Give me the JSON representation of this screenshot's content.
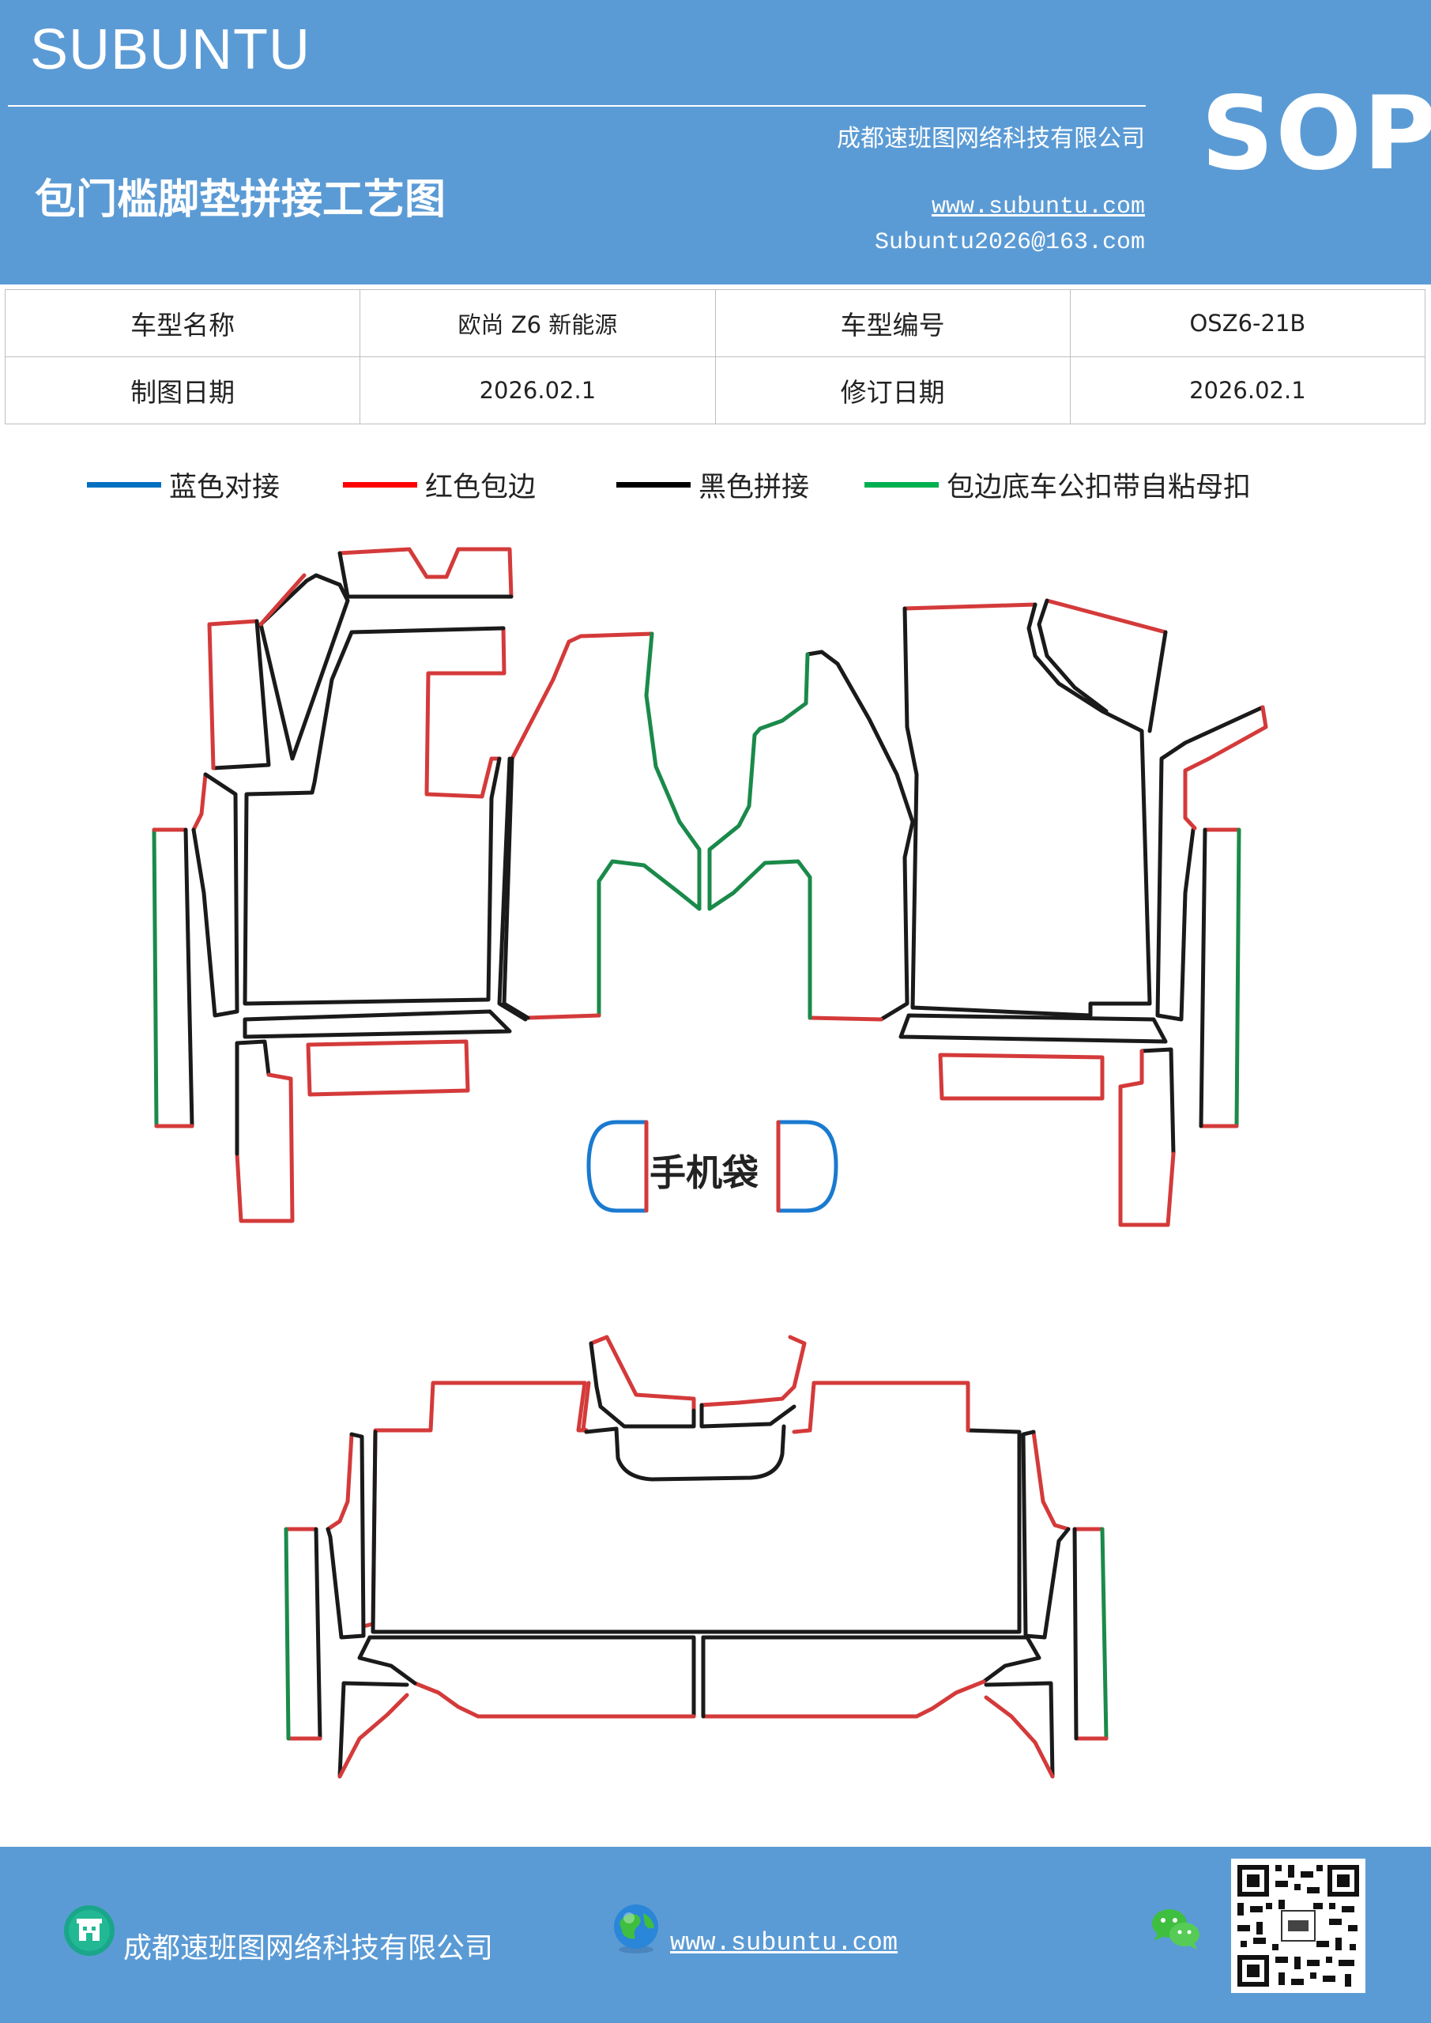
{
  "header": {
    "brand": "SUBUNTU",
    "company": "成都速班图网络科技有限公司",
    "title": "包门槛脚垫拼接工艺图",
    "website": "www.subuntu.com",
    "email": "Subuntu2026@163.com",
    "badge": "SOP"
  },
  "info_table": {
    "rows": [
      {
        "label1": "车型名称",
        "value1": "欧尚 Z6 新能源",
        "label2": "车型编号",
        "value2": "OSZ6-21B"
      },
      {
        "label1": "制图日期",
        "value1": "2026.02.1",
        "label2": "修订日期",
        "value2": "2026.02.1"
      }
    ]
  },
  "legend": [
    {
      "label": "蓝色对接",
      "color": "#0070c0"
    },
    {
      "label": "红色包边",
      "color": "#ff0000"
    },
    {
      "label": "黑色拼接",
      "color": "#000000"
    },
    {
      "label": "包边底车公扣带自粘母扣",
      "color": "#00b050"
    }
  ],
  "diagram": {
    "phone_pocket_label": "手机袋",
    "line_colors": {
      "red": "#d43a3a",
      "black": "#1a1a1a",
      "green": "#1a8a4a",
      "blue": "#1a7ad0"
    }
  },
  "footer": {
    "company": "成都速班图网络科技有限公司",
    "website": "www.subuntu.com",
    "icons": [
      "building-icon",
      "globe-icon",
      "wechat-icon",
      "qr-code"
    ]
  }
}
